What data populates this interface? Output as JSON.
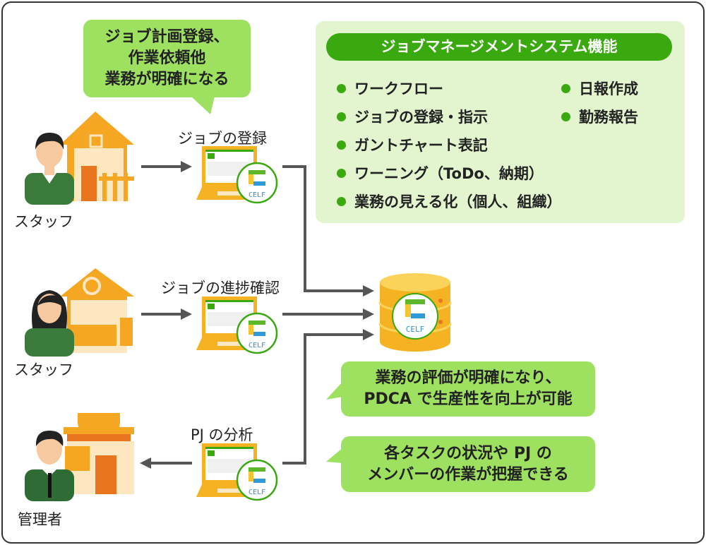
{
  "bubble_top": [
    "ジョブ計画登録、",
    "作業依頼他",
    "業務が明確になる"
  ],
  "features": {
    "title": "ジョブマネージメントシステム機能",
    "left": [
      "ワークフロー",
      "ジョブの登録・指示",
      "ガントチャート表記",
      "ワーニング（ToDo、納期）",
      "業務の見える化（個人、組織）"
    ],
    "right": [
      "日報作成",
      "勤務報告"
    ]
  },
  "actors": [
    "スタッフ",
    "スタッフ",
    "管理者"
  ],
  "steps": [
    "ジョブの登録",
    "ジョブの進捗確認",
    "PJ の分析"
  ],
  "logo_text": "CELF",
  "bubble_mid": [
    "業務の評価が明確になり、",
    "PDCA で生産性を向上が可能"
  ],
  "bubble_bottom": [
    "各タスクの状況や PJ の",
    "メンバーの作業が把握できる"
  ],
  "colors": {
    "green": "#3aa80f",
    "light_green": "#9ee060",
    "panel": "#e2f5cf",
    "orange": "#f5a623"
  }
}
